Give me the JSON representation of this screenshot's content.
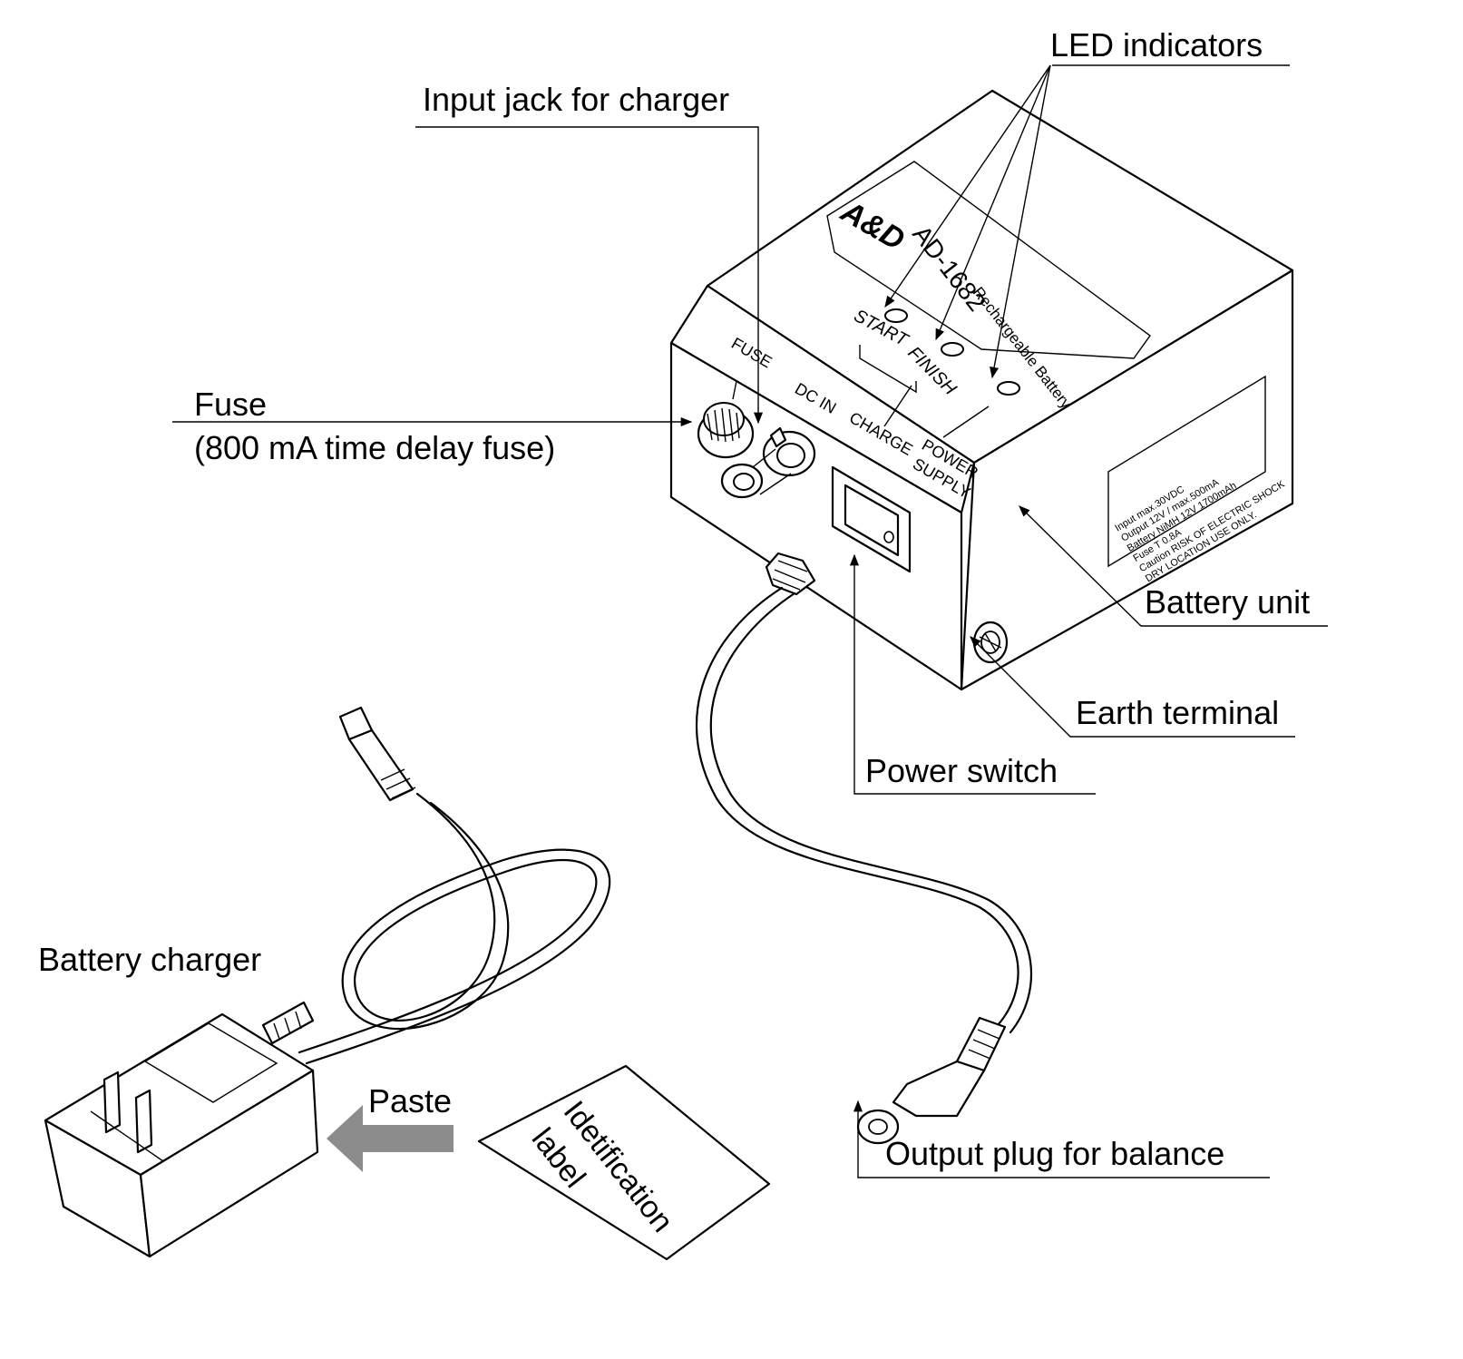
{
  "callouts": {
    "led_indicators": "LED indicators",
    "input_jack": "Input jack for charger",
    "fuse": "Fuse",
    "fuse_detail": "(800 mA time delay fuse)",
    "battery_unit": "Battery unit",
    "earth_terminal": "Earth terminal",
    "power_switch": "Power switch",
    "output_plug": "Output plug for balance",
    "battery_charger": "Battery charger",
    "paste": "Paste"
  },
  "device": {
    "brand": "A&D",
    "model": "AD-1682",
    "product": "Rechargeable Battery",
    "panel_labels": {
      "fuse": "FUSE",
      "dc_in": "DC IN",
      "charge": "CHARGE",
      "power": "POWER",
      "supply": "SUPPLY",
      "start": "START",
      "finish": "FINISH"
    },
    "rating_label": [
      "Input    max.30VDC",
      "Output   12V / max.500mA",
      "Battery  NiMH 12V 1700mAh",
      "Fuse     T 0.8A",
      "Caution  RISK OF ELECTRIC SHOCK",
      "         DRY LOCATION USE ONLY."
    ]
  },
  "identification_label": {
    "line1": "Idetification",
    "line2": "label"
  },
  "colors": {
    "ink": "#000000",
    "paper": "#ffffff",
    "arrow": "#8c8c8c"
  }
}
